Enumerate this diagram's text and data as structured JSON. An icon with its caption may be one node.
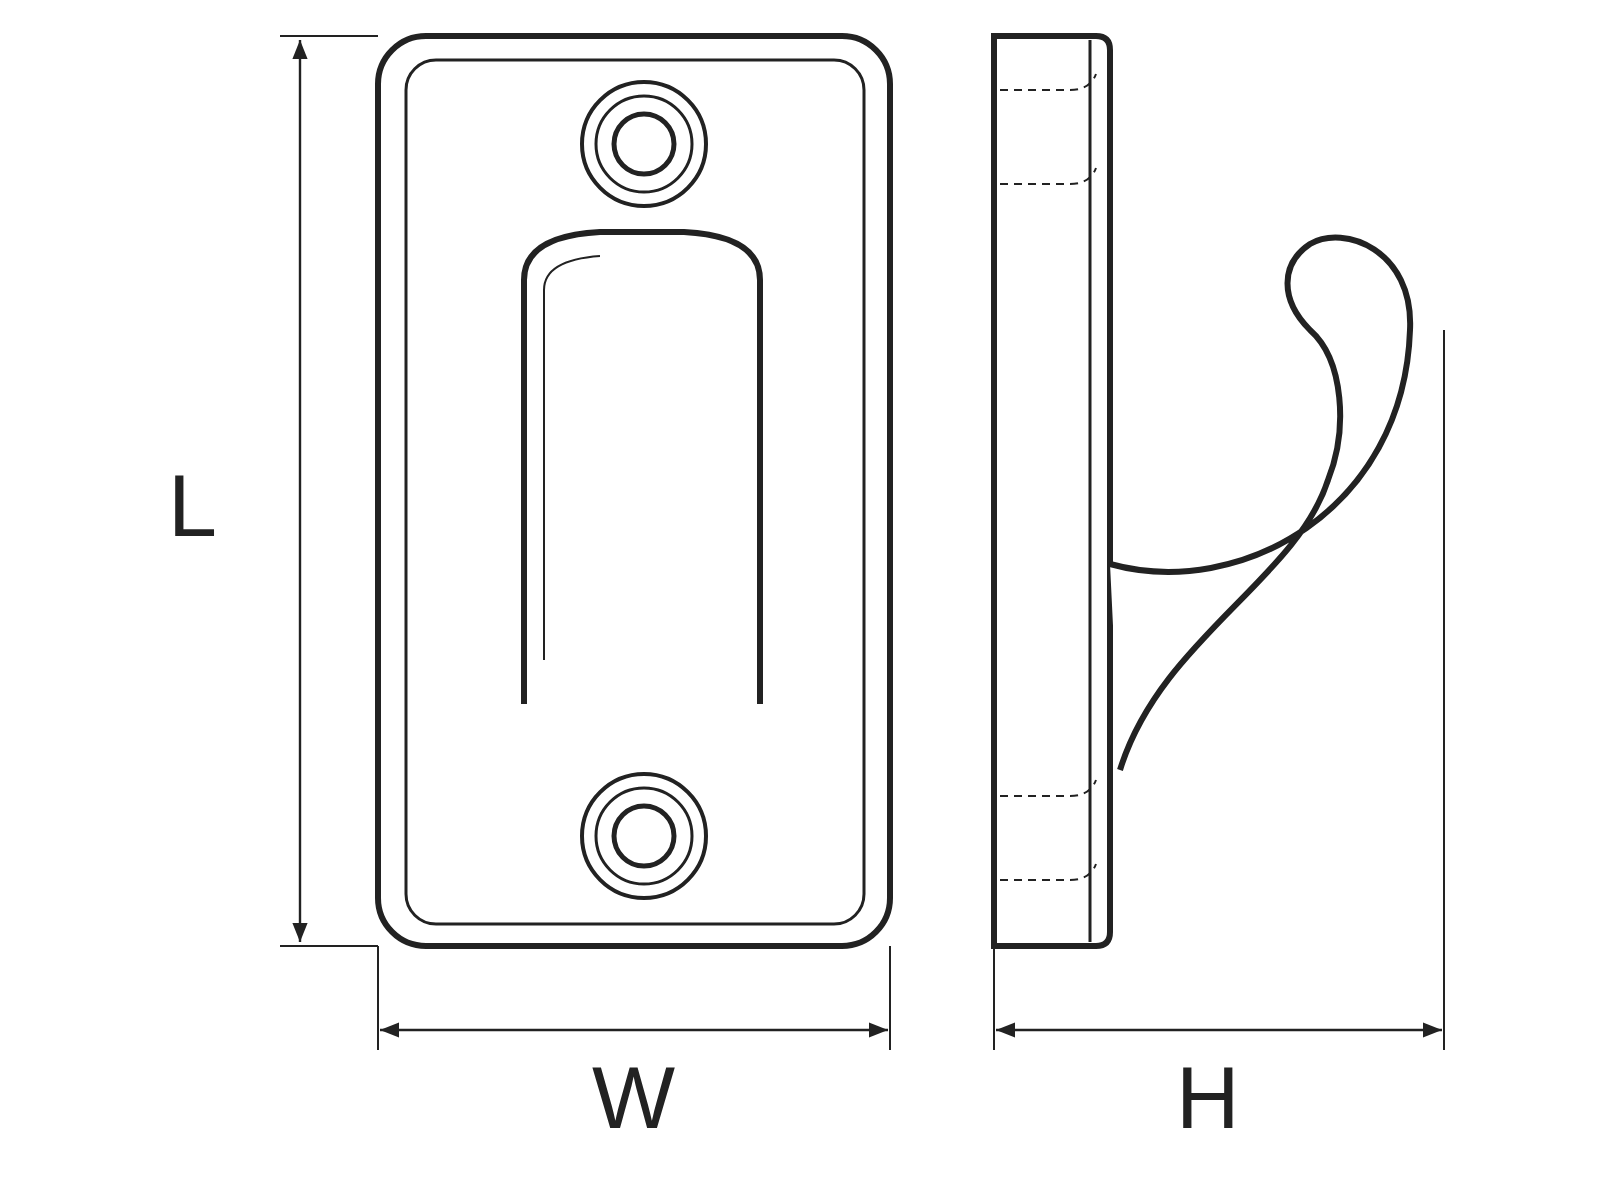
{
  "diagram": {
    "labels": [
      "L",
      "W",
      "H"
    ]
  }
}
